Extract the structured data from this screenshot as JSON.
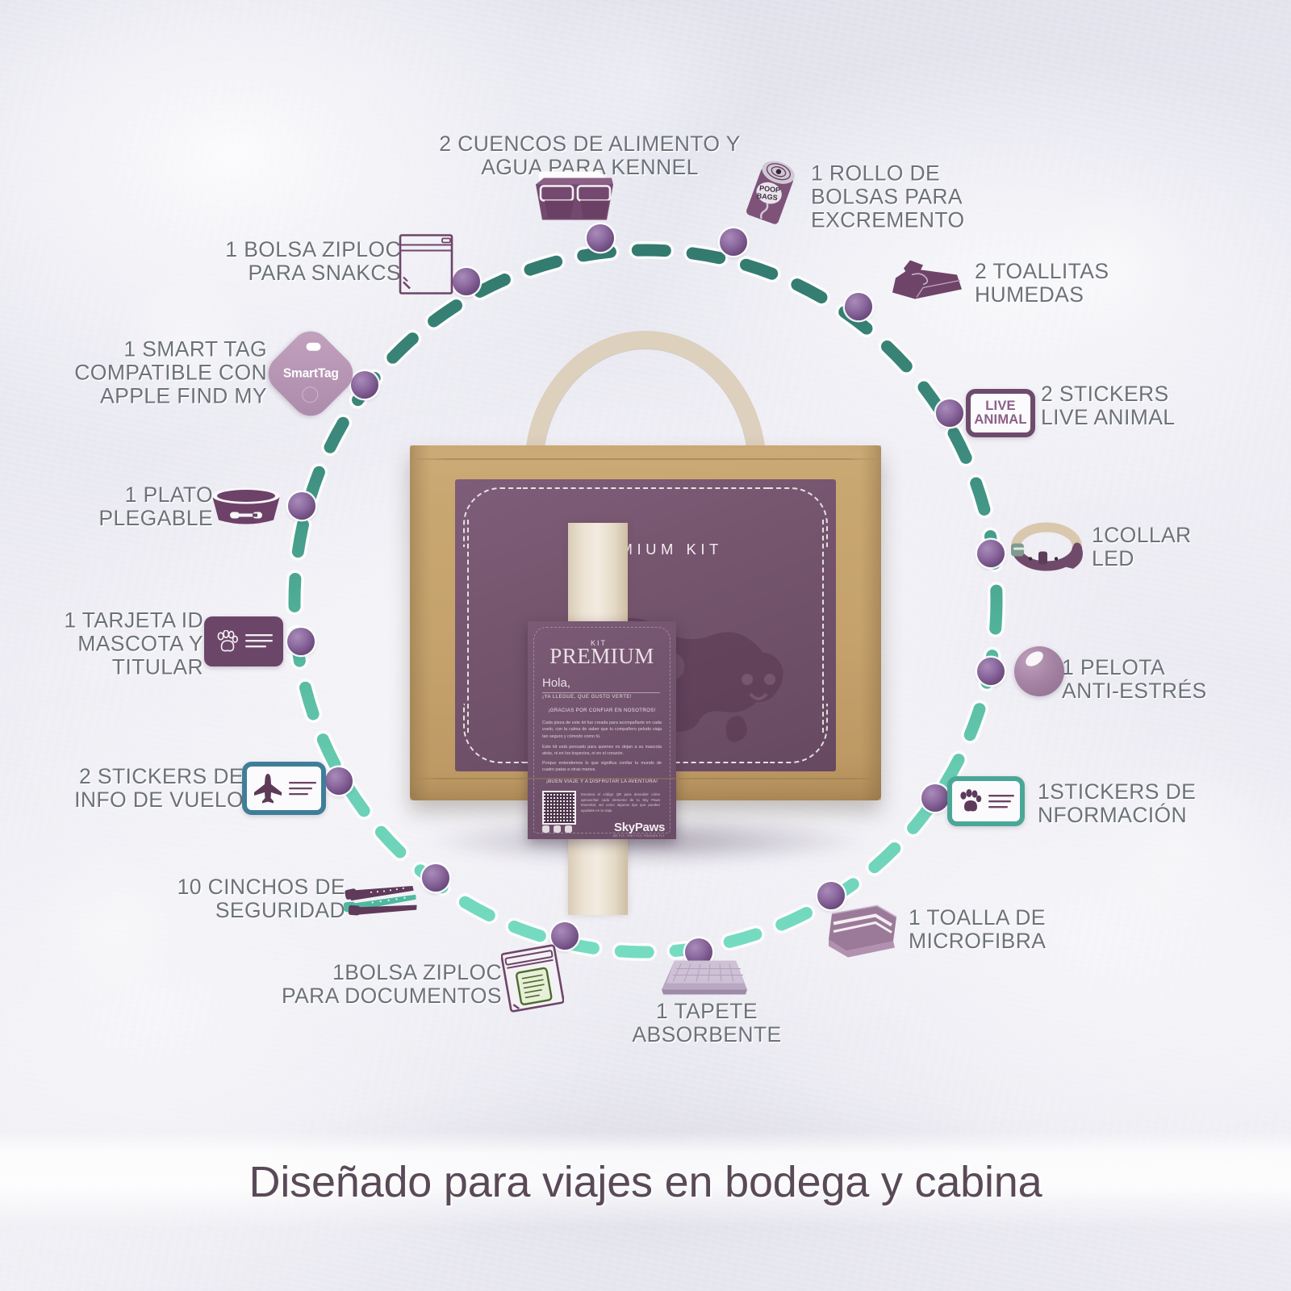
{
  "meta": {
    "tagline": "Diseñado para viajes en bodega y cabina",
    "accent_teal_dark": "#3a8177",
    "accent_teal_light": "#6fd3ba",
    "accent_purple": "#6d4b7f",
    "label_color": "#6c7278"
  },
  "package": {
    "title": "PREMIUM  KIT",
    "card": {
      "eyebrow": "KIT",
      "heading": "PREMIUM",
      "greeting": "Hola,",
      "sub": "¡YA LLEGUE, QUE GUSTO VERTE!",
      "thanks": "¡GRACIAS POR CONFIAR EN NOSOTROS!",
      "p1": "Cada pieza de este kit fue creada para acompañarte en cada vuelo, con la calma de saber que tu compañero peludo viaja tan seguro y cómodo como tú.",
      "p2": "Este kit está pensado para quienes no dejan a su mascota atrás, ni en los trayectos, ni en el corazón.",
      "p3": "Porque entendemos lo que significa confiar tu mundo de cuatro patas a otras manos.",
      "cta": "¡BUEN VIAJE Y A DISFRUTAR LA AVENTURA!",
      "qr_note": "Escanea el código QR para descubrir cómo aprovechar cada elemento de tu Sky Paws Essential, así como algunos tips que pueden ayudarte en tu viaje.",
      "logo": "SkyPaws",
      "logo_sub": "WE FLY, THEY FLY, FRIENDS FLY"
    }
  },
  "items": [
    {
      "id": "cuencos",
      "label": "2 CUENCOS DE ALIMENTO Y\nAGUA PARA KENNEL",
      "icon": "food-bowls-icon"
    },
    {
      "id": "bolsas",
      "label": "1 ROLLO DE\nBOLSAS PARA\nEXCREMENTO",
      "icon": "poop-bag-roll-icon",
      "icon_text": "POOP\nBAGS"
    },
    {
      "id": "toallitas",
      "label": "2 TOALLITAS\nHUMEDAS",
      "icon": "wet-wipes-icon"
    },
    {
      "id": "live",
      "label": "2 STICKERS\nLIVE ANIMAL",
      "icon": "live-animal-sticker-icon",
      "icon_text_a": "LIVE",
      "icon_text_b": "ANIMAL"
    },
    {
      "id": "collar",
      "label": "1COLLAR\nLED",
      "icon": "led-collar-icon"
    },
    {
      "id": "pelota",
      "label": "1 PELOTA\nANTI-ESTRÉS",
      "icon": "stress-ball-icon"
    },
    {
      "id": "infosticker",
      "label": "1STICKERS DE\nNFORMACIÓN",
      "icon": "paw-info-sticker-icon"
    },
    {
      "id": "toalla",
      "label": "1 TOALLA DE\nMICROFIBRA",
      "icon": "microfiber-towel-icon"
    },
    {
      "id": "tapete",
      "label": "1 TAPETE\nABSORBENTE",
      "icon": "absorbent-mat-icon"
    },
    {
      "id": "docziploc",
      "label": "1BOLSA ZIPLOC\nPARA DOCUMENTOS",
      "icon": "document-ziploc-icon"
    },
    {
      "id": "cinchos",
      "label": "10 CINCHOS DE\nSEGURIDAD",
      "icon": "zip-ties-icon"
    },
    {
      "id": "vuelo",
      "label": "2 STICKERS DE\nINFO DE VUELO",
      "icon": "flight-info-sticker-icon"
    },
    {
      "id": "tarjeta",
      "label": "1 TARJETA ID\nMASCOTA Y\nTITULAR",
      "icon": "pet-id-card-icon"
    },
    {
      "id": "plato",
      "label": "1 PLATO\nPLEGABLE",
      "icon": "folding-bowl-icon"
    },
    {
      "id": "smarttag",
      "label": "1 SMART TAG\nCOMPATIBLE CON\nAPPLE FIND MY",
      "icon": "smart-tag-icon",
      "icon_text": "SmartTag"
    },
    {
      "id": "snackziploc",
      "label": "1 BOLSA ZIPLOC\nPARA SNAKCS",
      "icon": "snack-ziploc-icon"
    }
  ]
}
